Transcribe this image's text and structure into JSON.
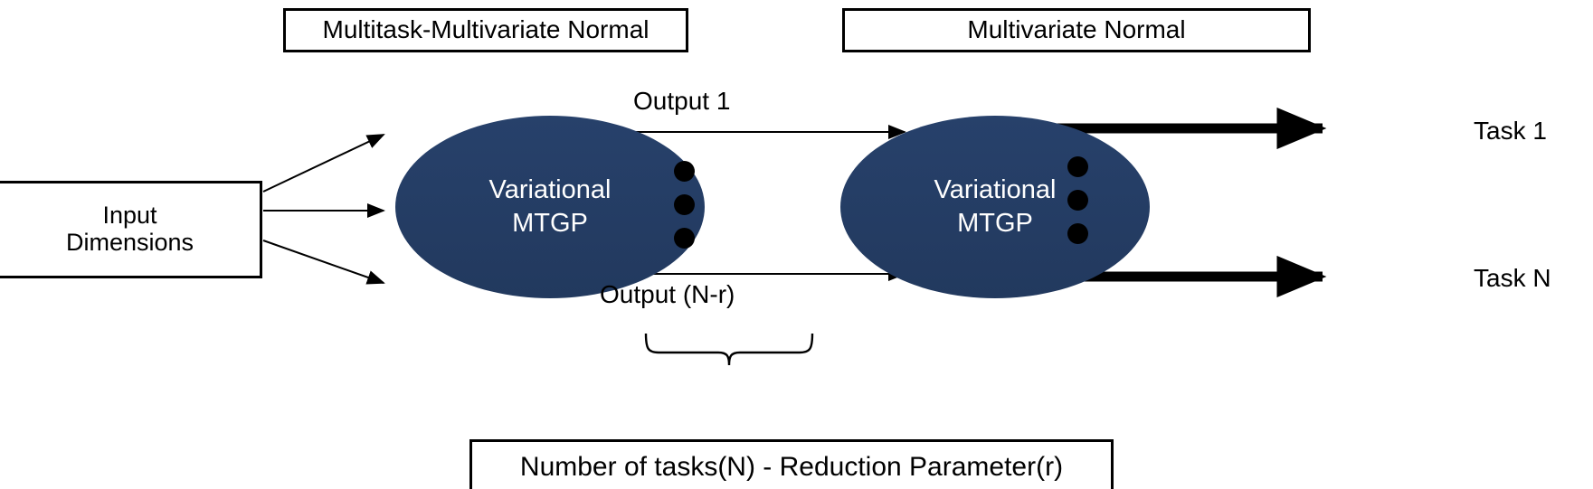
{
  "diagram": {
    "title_boxes": [
      {
        "id": "multitask-multivariate-normal",
        "label": "Multitask-Multivariate Normal"
      },
      {
        "id": "multivariate-normal",
        "label": "Multivariate Normal"
      }
    ],
    "input_node": {
      "line1": "Input",
      "line2": "Dimensions"
    },
    "nodes": [
      {
        "id": "variational-mtgp-1",
        "line1": "Variational",
        "line2": "MTGP"
      },
      {
        "id": "variational-mtgp-2",
        "line1": "Variational",
        "line2": "MTGP"
      }
    ],
    "edge_labels": {
      "top": "Output 1",
      "bottom": "Output (N-r)"
    },
    "outputs": [
      {
        "id": "task-1",
        "label": "Task 1"
      },
      {
        "id": "task-n",
        "label": "Task N"
      }
    ],
    "brace_caption": "Number of tasks(N)  -  Reduction Parameter(r)",
    "ellipsis": {
      "middle": "vertical-ellipsis",
      "right": "vertical-ellipsis"
    },
    "colors": {
      "node_fill": "#234175",
      "node_text": "#ffffff",
      "stroke": "#000000",
      "background": "#ffffff"
    }
  }
}
